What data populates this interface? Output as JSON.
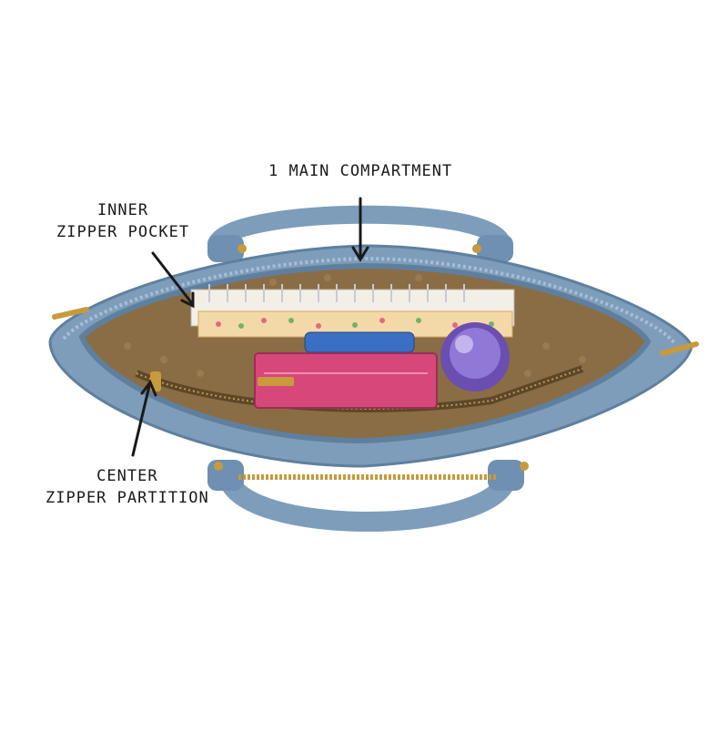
{
  "callouts": {
    "main_compartment": {
      "line1": "1 MAIN COMPARTMENT"
    },
    "inner_zipper_pocket": {
      "line1": "INNER",
      "line2": "ZIPPER POCKET"
    },
    "center_zipper_partition": {
      "line1": "CENTER",
      "line2": "ZIPPER PARTITION"
    }
  },
  "colors": {
    "bag_leather": "#7d9dbb",
    "bag_leather_dark": "#5f7f9e",
    "lining": "#8a6d45",
    "zipper_gold": "#c79a3c",
    "wallet_pink": "#d6487a",
    "jar_purple": "#6b4fb0"
  }
}
